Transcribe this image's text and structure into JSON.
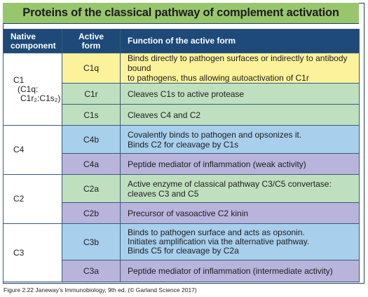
{
  "title": "Proteins of the classical pathway of complement activation",
  "headers": {
    "native_line1": "Native",
    "native_line2": "component",
    "active_line1": "Active",
    "active_line2": "form",
    "function": "Function of the active form"
  },
  "groups": [
    {
      "native": "C1",
      "native_sub1": "(C1q:",
      "native_sub2": "C1r₂:C1s₂)",
      "rows": [
        {
          "active": "C1q",
          "function_line1": "Binds directly to pathogen surfaces or indirectly to antibody bound",
          "function_line2": "to pathogens, thus allowing autoactivation of C1r",
          "color": "#fbf29b"
        },
        {
          "active": "C1r",
          "function_line1": "Cleaves C1s to active protease",
          "function_line2": "",
          "color": "#bfe0bf"
        },
        {
          "active": "C1s",
          "function_line1": "Cleaves C4 and C2",
          "function_line2": "",
          "color": "#bfe0bf"
        }
      ]
    },
    {
      "native": "C4",
      "rows": [
        {
          "active": "C4b",
          "function_line1": "Covalently binds to pathogen and opsonizes it.",
          "function_line2": "Binds C2 for cleavage by C1s",
          "color": "#a8cfec"
        },
        {
          "active": "C4a",
          "function_line1": "Peptide mediator of inflammation (weak activity)",
          "function_line2": "",
          "color": "#b9b4dc"
        }
      ]
    },
    {
      "native": "C2",
      "rows": [
        {
          "active": "C2a",
          "function_line1": "Active enzyme of classical pathway C3/C5 convertase:",
          "function_line2": "cleaves C3 and C5",
          "color": "#bfe0bf"
        },
        {
          "active": "C2b",
          "function_line1": "Precursor of vasoactive C2 kinin",
          "function_line2": "",
          "color": "#b9b4dc"
        }
      ]
    },
    {
      "native": "C3",
      "rows": [
        {
          "active": "C3b",
          "function_line1": "Binds to pathogen surface and acts as opsonin.",
          "function_line2": "Initiates amplification via the alternative pathway.",
          "function_line3": "Binds C5 for cleavage by C2a",
          "color": "#a8cfec"
        },
        {
          "active": "C3a",
          "function_line1": "Peptide mediator of inflammation (intermediate activity)",
          "function_line2": "",
          "color": "#b9b4dc"
        }
      ]
    }
  ],
  "caption": "Figure 2.22  Janeway’s Immunobiology, 9th ed. (© Garland Science 2017)",
  "colors": {
    "title_bg": "#98c66d",
    "header_bg": "#1d4a78",
    "yellow": "#fbf29b",
    "green": "#bfe0bf",
    "blue": "#a8cfec",
    "purple": "#b9b4dc"
  }
}
